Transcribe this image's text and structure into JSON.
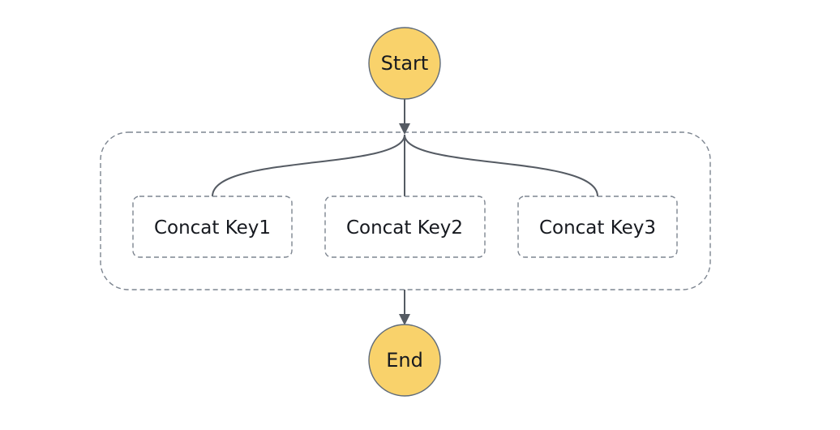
{
  "diagram": {
    "start": {
      "label": "Start"
    },
    "end": {
      "label": "End"
    },
    "branches": [
      {
        "label": "Concat Key1"
      },
      {
        "label": "Concat Key2"
      },
      {
        "label": "Concat Key3"
      }
    ],
    "colors": {
      "terminal_fill": "#f9d26b",
      "edge": "#555b63",
      "border": "#7d8590"
    }
  }
}
